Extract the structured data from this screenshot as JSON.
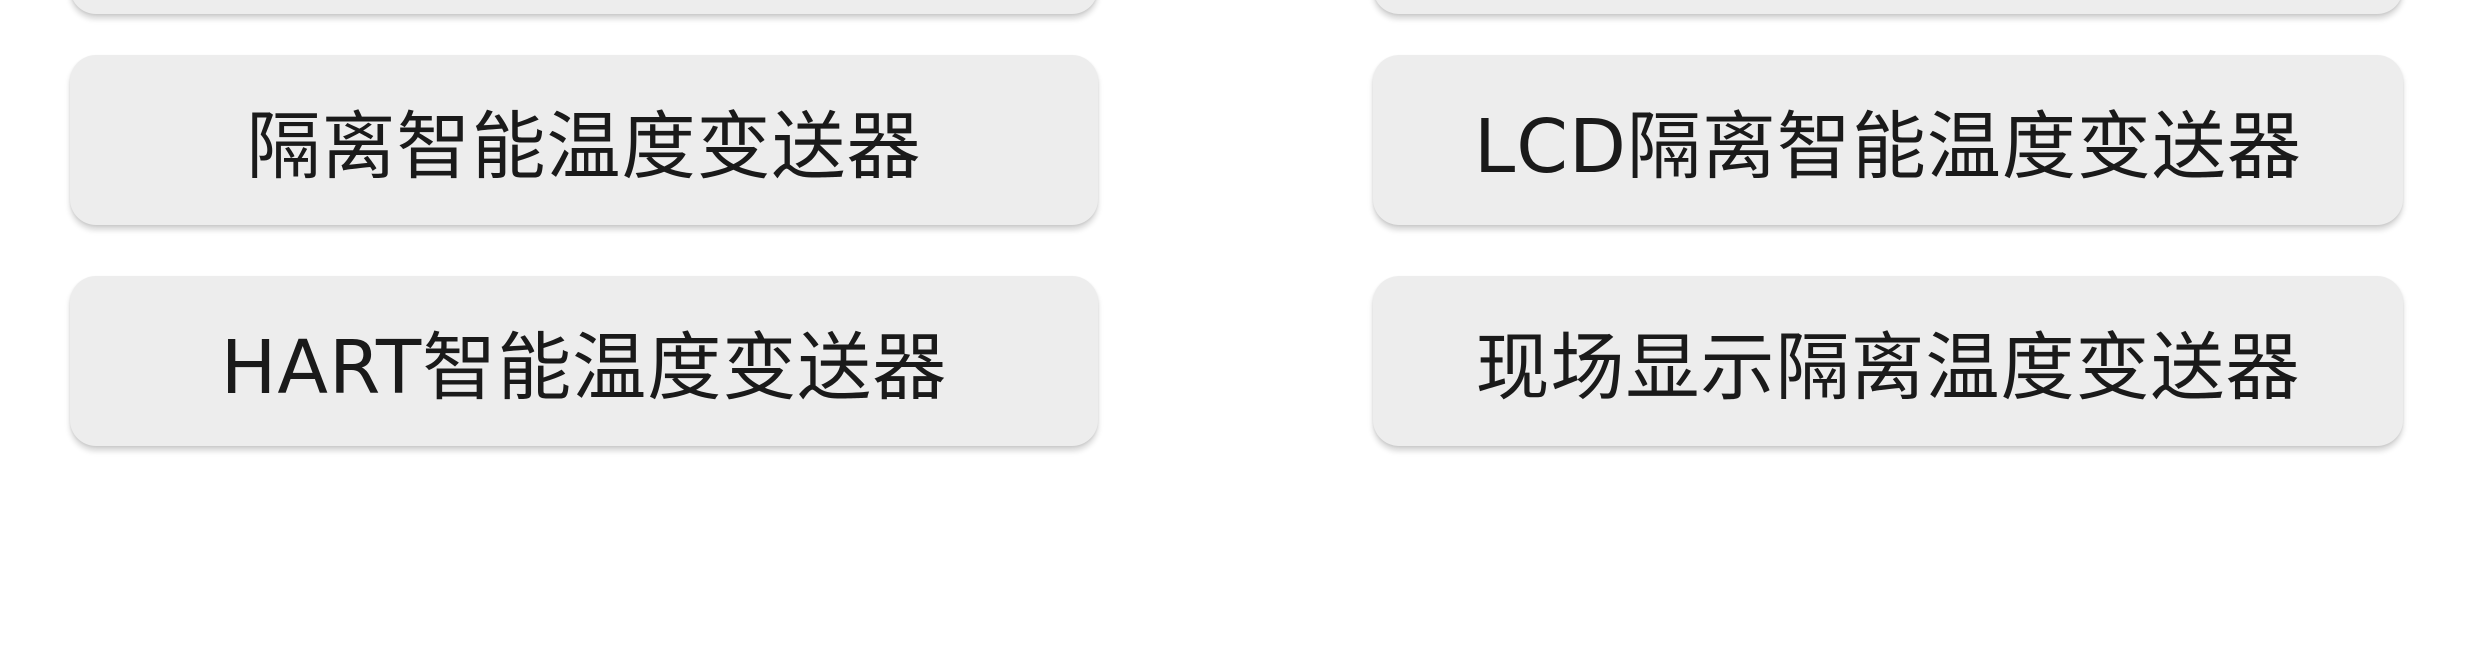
{
  "buttons": {
    "row1_left": "隔离智能温度变送器",
    "row1_right": "LCD隔离智能温度变送器",
    "row2_left": "HART智能温度变送器",
    "row2_right": "现场显示隔离温度变送器"
  }
}
